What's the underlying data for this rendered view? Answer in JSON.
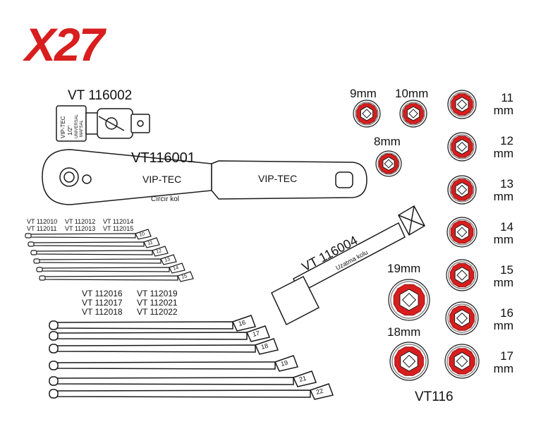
{
  "title": "X27",
  "adapter": {
    "code": "VT 116002",
    "side_text": [
      "VIP-TEC",
      "1/2\"",
      "UNIVERSAL",
      "MAFSAL"
    ]
  },
  "ratchet": {
    "code": "VT116001",
    "head_brand": "VIP-TEC",
    "handle_brand": "VIP-TEC",
    "name": "Cırcır kol"
  },
  "extension": {
    "code": "VT 116004",
    "name": "Uzatma kolu"
  },
  "small_wrench_codes": [
    [
      "VT 112010",
      "VT 112011"
    ],
    [
      "VT 112012",
      "VT 112013"
    ],
    [
      "VT 112014",
      "VT 112015"
    ]
  ],
  "small_wrench_sizes": [
    "10",
    "11",
    "12",
    "13",
    "14",
    "15"
  ],
  "large_wrench_codes": [
    [
      "VT 112016",
      "VT 112017",
      "VT 112018"
    ],
    [
      "VT 112019",
      "VT 112021",
      "VT 112022"
    ]
  ],
  "large_wrench_sizes": [
    "16",
    "17",
    "18",
    "19",
    "21",
    "22"
  ],
  "socket_labels": {
    "s9": "9mm",
    "s10": "10mm",
    "s8": "8mm",
    "s19": "19mm",
    "s18": "18mm"
  },
  "right_column": [
    {
      "num": "11",
      "unit": "mm"
    },
    {
      "num": "12",
      "unit": "mm"
    },
    {
      "num": "13",
      "unit": "mm"
    },
    {
      "num": "14",
      "unit": "mm"
    },
    {
      "num": "15",
      "unit": "mm"
    },
    {
      "num": "16",
      "unit": "mm"
    },
    {
      "num": "17",
      "unit": "mm"
    }
  ],
  "socket_set_code": "VT116",
  "colors": {
    "accent": "#d81e1e",
    "line": "#1a1a1a"
  }
}
